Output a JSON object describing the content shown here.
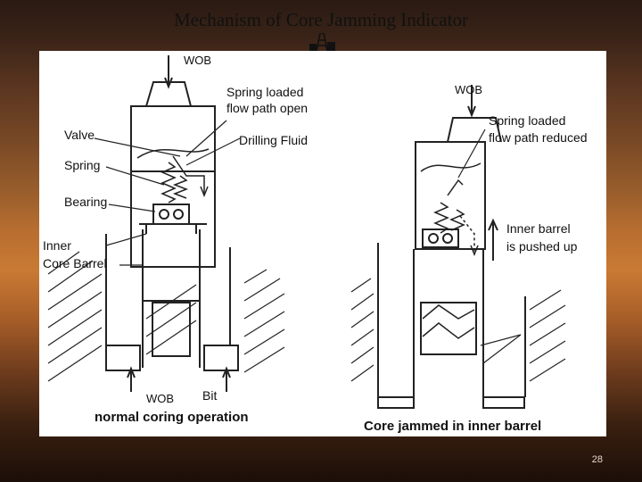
{
  "slide": {
    "title": "Mechanism of Core Jamming Indicator",
    "number": "28"
  },
  "left_diagram": {
    "wob_top": "WOB",
    "spring_loaded": "Spring loaded",
    "flow_path_open": "flow path open",
    "valve": "Valve",
    "drilling_fluid": "Drilling Fluid",
    "spring": "Spring",
    "bearing": "Bearing",
    "inner": "Inner",
    "core_barrel": "Core Barrel",
    "wob_bottom": "WOB",
    "bit": "Bit",
    "caption": "normal coring operation"
  },
  "right_diagram": {
    "wob_top": "WOB",
    "spring_loaded": "Spring loaded",
    "flow_path_reduced": "flow path reduced",
    "inner_barrel": "Inner barrel",
    "pushed_up": "is pushed up",
    "caption": "Core jammed in inner barrel"
  },
  "colors": {
    "line": "#222222",
    "panel": "#ffffff"
  }
}
